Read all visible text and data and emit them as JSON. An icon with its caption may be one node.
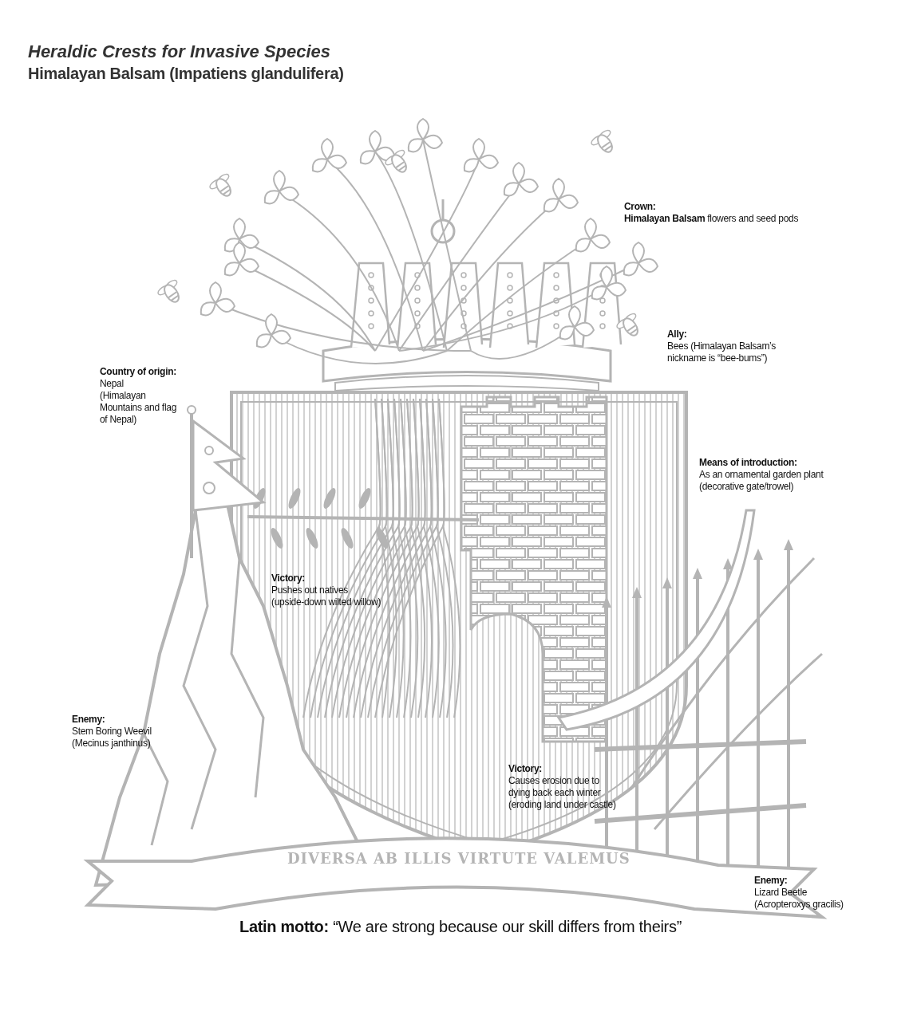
{
  "diagram": {
    "title": "Heraldic Crests for Invasive Species",
    "caption": "**Latin motto:** “We are strong because our skill differs from theirs”",
    "labels": [
      "Himalayan Balsam (Impatiens glandulifera)",
      "Crown:",
      "**Himalayan Balsam** flowers and seed pods",
      "Ally:",
      "Bees (Himalayan Balsam’s nickname is “bee-bums”)",
      "Country of origin:",
      "Nepal",
      "(Himalayan Mountains and flag of Nepal)",
      "Means of introduction:",
      "As an ornamental garden plant",
      "(decorative gate/trowel)",
      "Victory:",
      "Pushes out natives",
      "(upside-down wilted willow)",
      "Enemy:",
      "Stem Boring Weevil",
      "(Mecinus janthinus)",
      "Victory:",
      "Causes erosion due to dying back each winter",
      "(eroding land under castle)",
      "DIVERSA AB ILLIS VIRTUTE VALEMUS",
      "Enemy:",
      "Lizard Beetle",
      "(Acropteroxys gracilis)"
    ]
  }
}
